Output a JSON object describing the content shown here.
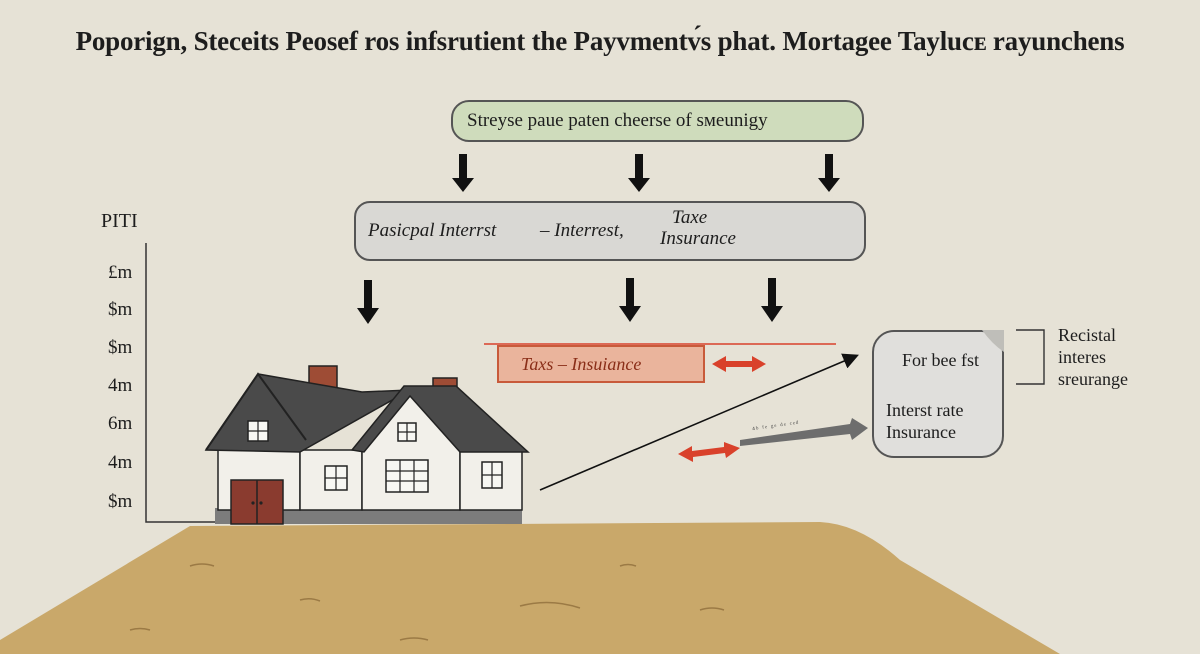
{
  "title": "Poporign, Steceits Peosef ros infsrutient the Payvmentᴠ́s phat. Mortagee Taylucᴇ rayunchens",
  "top_box": {
    "text": "Streyse paue paten cheerse of sᴍeunigy"
  },
  "middle_box": {
    "part1": "Pasicpal Interrst",
    "part2": "– Interrest,",
    "part3a": "Taxe",
    "part3b": "Insurance"
  },
  "tax_box": {
    "text": "Taxs  – Insuiance"
  },
  "right_box": {
    "line1": "For bee fst",
    "line2": "Interst rate",
    "line3": "Insurance"
  },
  "side_note": {
    "line1": "Recistal",
    "line2": "interes",
    "line3": "sreurange"
  },
  "small_arrow_text": "⁴ᵇ ᶠᵉ ᵍᵉ ᵈᵉ ᶜᵉᵈ",
  "y_axis": {
    "label": "PITI",
    "ticks": [
      "£m",
      "$m",
      "$m",
      "4m",
      "6m",
      "4m",
      "$m"
    ]
  },
  "colors": {
    "background": "#e6e2d6",
    "top_box": "#cfdcbc",
    "tax_box": "#eab49c",
    "accent_red": "#d9412b",
    "ground": "#c9a86a",
    "roof": "#4a4a4a"
  }
}
